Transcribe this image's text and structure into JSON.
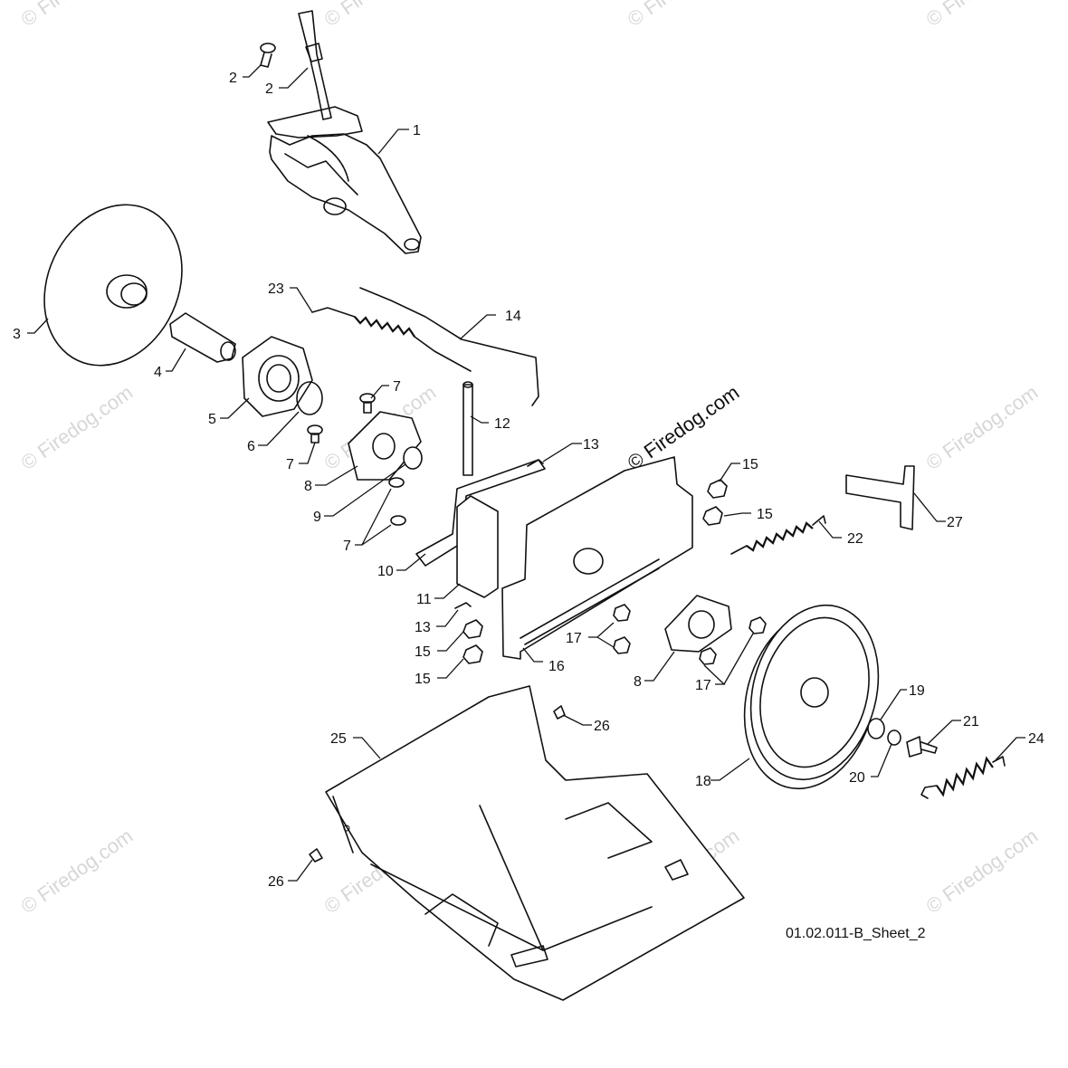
{
  "diagram": {
    "sheet_id": "01.02.011-B_Sheet_2",
    "watermark_text": "© Firedog.com",
    "callouts": [
      {
        "key": "2a",
        "label": "2"
      },
      {
        "key": "2b",
        "label": "2"
      },
      {
        "key": "1",
        "label": "1"
      },
      {
        "key": "3",
        "label": "3"
      },
      {
        "key": "4",
        "label": "4"
      },
      {
        "key": "5",
        "label": "5"
      },
      {
        "key": "6",
        "label": "6"
      },
      {
        "key": "7a",
        "label": "7"
      },
      {
        "key": "7b",
        "label": "7"
      },
      {
        "key": "7c",
        "label": "7"
      },
      {
        "key": "8a",
        "label": "8"
      },
      {
        "key": "8b",
        "label": "8"
      },
      {
        "key": "9",
        "label": "9"
      },
      {
        "key": "10",
        "label": "10"
      },
      {
        "key": "11",
        "label": "11"
      },
      {
        "key": "12",
        "label": "12"
      },
      {
        "key": "13a",
        "label": "13"
      },
      {
        "key": "13b",
        "label": "13"
      },
      {
        "key": "14",
        "label": "14"
      },
      {
        "key": "15a",
        "label": "15"
      },
      {
        "key": "15b",
        "label": "15"
      },
      {
        "key": "15c",
        "label": "15"
      },
      {
        "key": "15d",
        "label": "15"
      },
      {
        "key": "16",
        "label": "16"
      },
      {
        "key": "17a",
        "label": "17"
      },
      {
        "key": "17b",
        "label": "17"
      },
      {
        "key": "18",
        "label": "18"
      },
      {
        "key": "19",
        "label": "19"
      },
      {
        "key": "20",
        "label": "20"
      },
      {
        "key": "21",
        "label": "21"
      },
      {
        "key": "22",
        "label": "22"
      },
      {
        "key": "23",
        "label": "23"
      },
      {
        "key": "24",
        "label": "24"
      },
      {
        "key": "25",
        "label": "25"
      },
      {
        "key": "26a",
        "label": "26"
      },
      {
        "key": "26b",
        "label": "26"
      },
      {
        "key": "27",
        "label": "27"
      }
    ]
  }
}
